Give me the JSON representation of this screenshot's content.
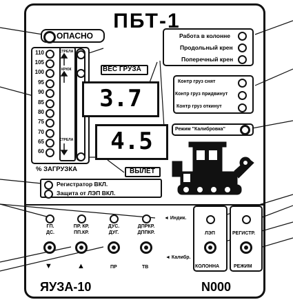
{
  "panel": {
    "title": "ПБТ-1",
    "danger_label": "ОПАСНО",
    "load_percent_label": "% ЗАГРУЗКА",
    "scale_values": [
      "110",
      "105",
      "100",
      "95",
      "90",
      "85",
      "80",
      "75",
      "70",
      "65",
      "60"
    ],
    "boom_labels": {
      "strela_top": "СТРЕЛА",
      "hook": "КРЮК",
      "strela_bottom": "СТРЕЛА"
    },
    "weight_label": "ВЕС ГРУЗА",
    "weight_value": "3.7",
    "reach_value": "4.5",
    "reach_label": "ВЫЛЕТ",
    "column_indicators": [
      "Работа в колонне",
      "Продольный крен",
      "Поперечный крен"
    ],
    "load_indicators": [
      "Контр груз снят",
      "Контр груз придвинут",
      "Контр груз откинут"
    ],
    "calibration_mode_label": "Режим \"Калибровка\"",
    "status_indicators": [
      "Регистратор  ВКЛ.",
      "Защита от ЛЭП ВКЛ."
    ],
    "buttons": [
      {
        "label": "ГП.\nДС.",
        "name": "gp-ds"
      },
      {
        "label": "ПР. КР.\nПП.КР.",
        "name": "pr-kr"
      },
      {
        "label": "ДУС.\nДУГ.",
        "name": "dus-dug"
      },
      {
        "label": "ДПРКР.\nДППКР.",
        "name": "dprkr"
      }
    ],
    "indic_label": "◄ Индик.",
    "calib_label": "◄ Калибр.",
    "bottom_labels": [
      "▼",
      "▲",
      "ПР",
      "ТВ"
    ],
    "lep_label": "ЛЭП",
    "kolonna_label": "КОЛОННА",
    "registr_label": "РЕГИСТР.",
    "rezhim_label": "РЕЖИМ",
    "model": "ЯУЗА-10",
    "serial": "N000"
  }
}
